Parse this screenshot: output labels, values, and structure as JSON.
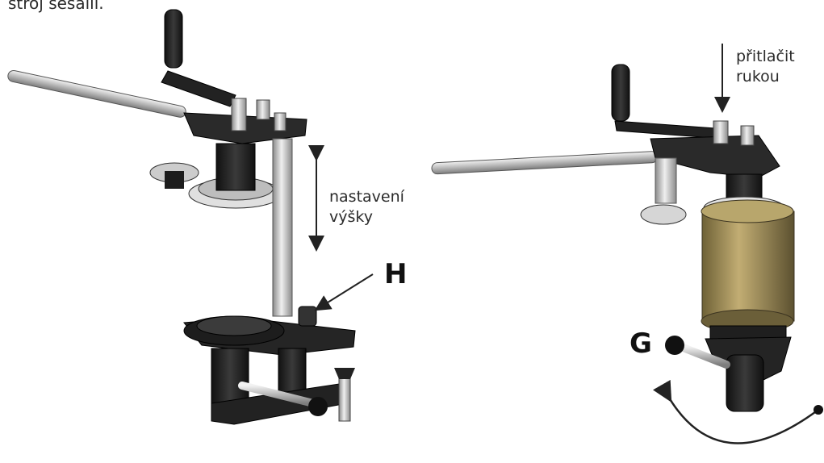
{
  "caption": "stroj sešalli.",
  "labels": {
    "press": [
      "přitlačit",
      "rukou"
    ],
    "height": [
      "nastavení",
      "výšky"
    ],
    "part_h": "H",
    "part_g": "G"
  },
  "colors": {
    "metal_dark": "#1b1b1b",
    "steel": "#c9c9c9",
    "bronze": "#9c8a55",
    "arrow": "#222222"
  }
}
